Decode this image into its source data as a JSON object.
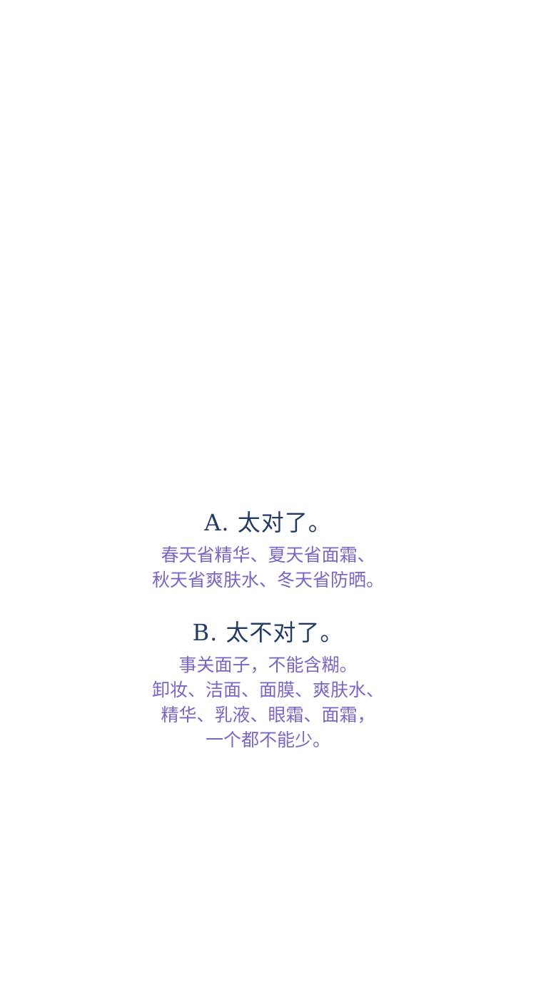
{
  "options": [
    {
      "heading": "A. 太对了。",
      "lines": [
        "春天省精华、夏天省面霜、",
        "秋天省爽肤水、冬天省防晒。"
      ]
    },
    {
      "heading": "B. 太不对了。",
      "lines": [
        "事关面子，不能含糊。",
        "卸妆、洁面、面膜、爽肤水、",
        "精华、乳液、眼霜、面霜，",
        "一个都不能少。"
      ]
    }
  ]
}
